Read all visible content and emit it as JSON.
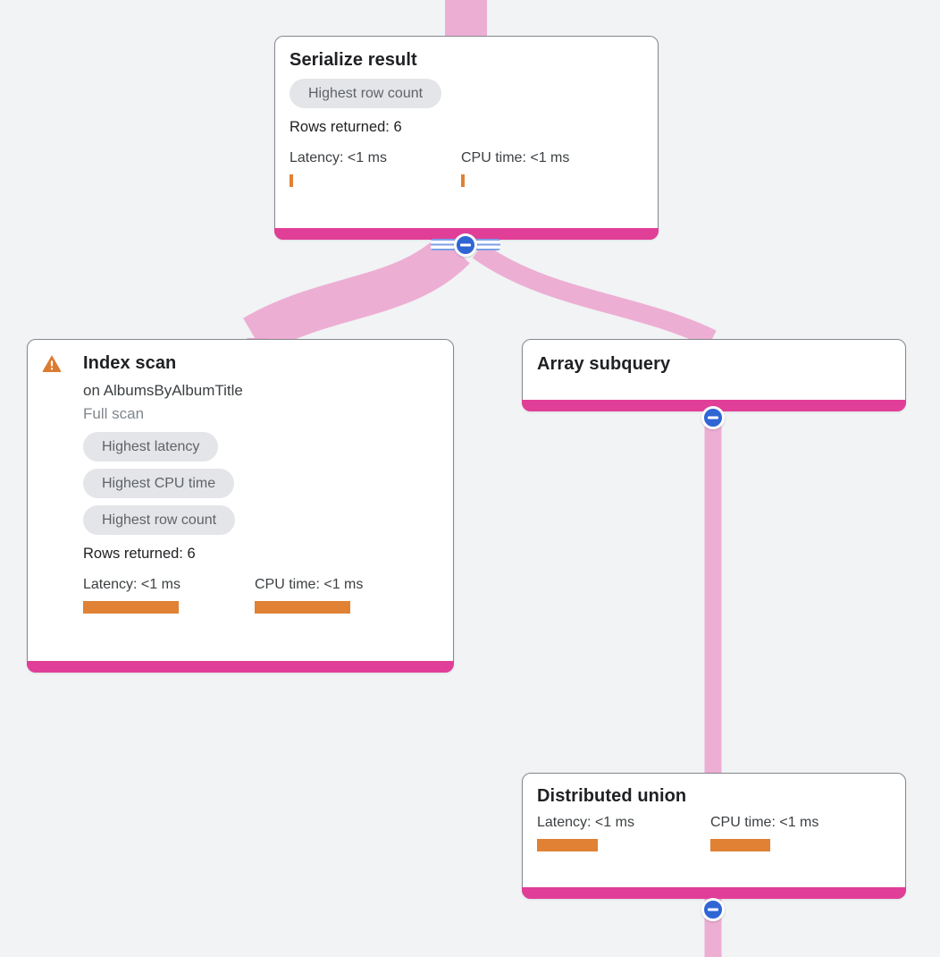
{
  "canvas": {
    "background": "#f1f3f4"
  },
  "colors": {
    "edge_pink": "#edaed4",
    "edge_arrow_pink": "#e8a2cd",
    "node_accent_pink": "#e13e98",
    "metric_bar_orange": "#e08134",
    "warning_orange": "#dd7a31",
    "collapse_blue": "#3065d4",
    "handle_stripe_blue": "#7d9fe8",
    "badge_bg": "#e4e5e8",
    "badge_text": "#5f6368"
  },
  "icons": {
    "warning": "warning-triangle",
    "collapse": "minus-in-circle"
  },
  "nodes": {
    "serialize_result": {
      "title": "Serialize result",
      "badges": [
        "Highest row count"
      ],
      "rows_returned": "Rows returned: 6",
      "latency": {
        "label": "Latency: <1 ms",
        "bar_style": "width:4px"
      },
      "cpu": {
        "label": "CPU time: <1 ms",
        "bar_style": "width:4px"
      }
    },
    "index_scan": {
      "title": "Index scan",
      "subtitle": "on AlbumsByAlbumTitle",
      "scan_type": "Full scan",
      "badges": [
        "Highest latency",
        "Highest CPU time",
        "Highest row count"
      ],
      "rows_returned": "Rows returned: 6",
      "latency": {
        "label": "Latency: <1 ms",
        "bar_style": "width:107px"
      },
      "cpu": {
        "label": "CPU time: <1 ms",
        "bar_style": "width:107px"
      }
    },
    "array_subquery": {
      "title": "Array subquery"
    },
    "distributed_union": {
      "title": "Distributed union",
      "latency": {
        "label": "Latency: <1 ms",
        "bar_style": "width:68px"
      },
      "cpu": {
        "label": "CPU time: <1 ms",
        "bar_style": "width:67px"
      }
    }
  }
}
